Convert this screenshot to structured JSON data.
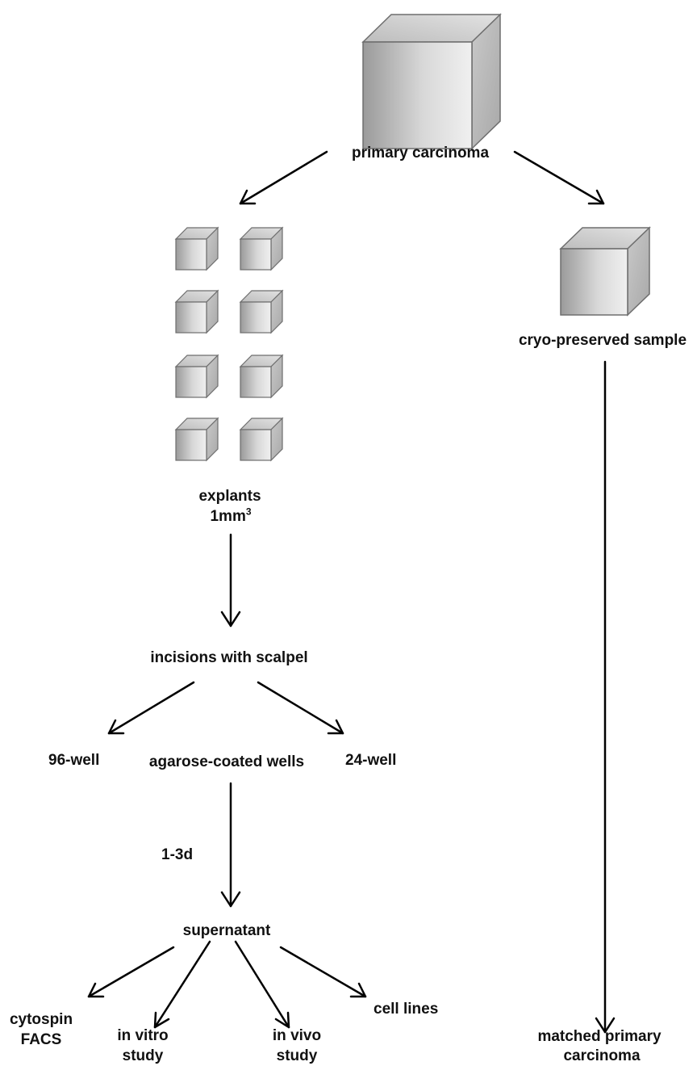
{
  "diagram": {
    "labels": {
      "primary_carcinoma": "primary carcinoma",
      "cryo_preserved": "cryo-preserved sample",
      "explants_line1": "explants",
      "explants_line2_main": "1mm",
      "explants_line2_sup": "3",
      "incisions": "incisions with scalpel",
      "well_96": "96-well",
      "well_24": "24-well",
      "agarose": "agarose-coated wells",
      "duration": "1-3d",
      "supernatant": "supernatant",
      "cytospin_line1": "cytospin",
      "cytospin_line2": "FACS",
      "invitro_line1": "in vitro",
      "invitro_line2": "study",
      "invivo_line1": "in vivo",
      "invivo_line2": "study",
      "cell_lines": "cell lines",
      "matched_line1": "matched primary",
      "matched_line2": "carcinoma"
    },
    "colors": {
      "text": "#111111",
      "arrow": "#000000",
      "cube_face_light": "#e6e6e6",
      "cube_face_dark": "#9a9a9a",
      "cube_top": "#d4d4d4",
      "cube_side": "#b0b0b0",
      "cube_edge": "#6e6e6e"
    }
  }
}
